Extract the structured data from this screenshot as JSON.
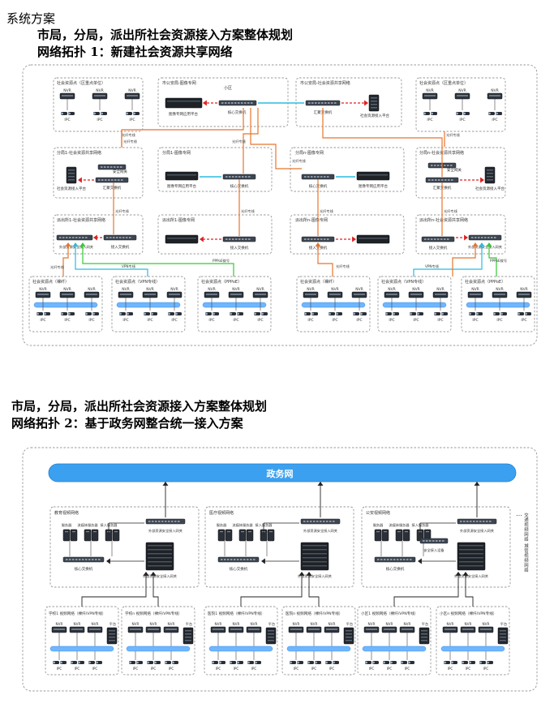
{
  "headings": {
    "section": "系统方案",
    "plan1": "市局，分局，派出所社会资源接入方案整体规划",
    "topo1": "网络拓扑 1：新建社会资源共享网络",
    "plan2": "市局，分局，派出所社会资源接入方案整体规划",
    "topo2": "网络拓扑 2：基于政务网整合统一接入方案"
  },
  "topo1": {
    "key_point_left": "社会资源点（区重点单位）",
    "key_point_right": "社会资源点（区重点单位）",
    "city_image": "市公安局-图像专网",
    "city_image_sub": "小区",
    "city_social": "市公安局-社会资源共享网络",
    "branch1_social": "分局1-社会资源共享网络",
    "branch1_image": "分局1-图像专网",
    "branchn_image": "分局n-图像专网",
    "branchn_social": "分局n-社会资源共享网络",
    "station1_social": "派出所1-社会资源共享网络",
    "station1_image": "派出所1-图像专网",
    "stationn_image": "派出所n-图像专网",
    "stationn_social": "派出所n-社会资源共享网络",
    "nvr": "NVR",
    "ipc": "IPC",
    "core_switch": "核心交换机",
    "agg_switch": "汇聚交换机",
    "access_switch": "接入交换机",
    "image_platform": "图像专网应用平台",
    "social_platform": "社会资源接入平台",
    "gateway": "外部资源安全接入网关",
    "security_gateway": "安全网关",
    "fiber": "光纤专线",
    "vpn": "VPN专线",
    "pppoe": "PPPoE拨号",
    "bottom_points": [
      "社会资源点（裸纤）",
      "社会资源点（VPN专线）",
      "社会资源点（PPPoE）",
      "社会资源点（裸纤）",
      "社会资源点（VPN专线）",
      "社会资源点（PPPoE）"
    ]
  },
  "topo2": {
    "gov_net": "政务网",
    "edu_net": "教育视频网络",
    "med_net": "医疗视频网络",
    "police_net": "公安视频网络",
    "servers": [
      "服务器",
      "流媒体服务器",
      "接入服务器"
    ],
    "core_switch": "核心交换机",
    "gateway": "外部资源安全接入网关",
    "security_device": "安全接入设备",
    "side_label": "交通视频网络 城管视频网络",
    "ellipsis": "…",
    "nvr": "NVR",
    "ipc": "IPC",
    "platform": "平台",
    "bottom_nets": [
      "学校1 视频网络（裸纤/VPN专线）",
      "学校n 视频网络（裸纤/VPN专线）",
      "医院1 视频网络（裸纤/VPN专线）",
      "医院n 视频网络（裸纤/VPN专线）",
      "小区1 视频网络（裸纤/VPN专线）",
      "小区n 视频网络（裸纤/VPN专线）"
    ]
  },
  "colors": {
    "fiber": "#e8742c",
    "vpn": "#2bbbe0",
    "pppoe": "#33cc33",
    "data": "#e02020",
    "bus": "#6fb6ff"
  }
}
